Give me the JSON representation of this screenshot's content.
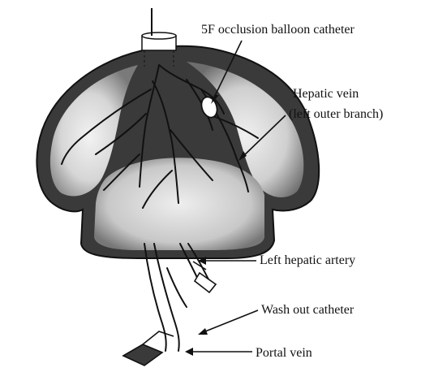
{
  "labels": {
    "balloon_catheter": "5F occlusion balloon catheter",
    "hepatic_vein_line1": "Hepatic vein",
    "hepatic_vein_line2": "(left outer branch)",
    "left_hepatic_artery": "Left hepatic artery",
    "wash_out_catheter": "Wash out catheter",
    "portal_vein": "Portal vein"
  },
  "colors": {
    "ink": "#111111",
    "liver_fill": "#3a3a3a",
    "liver_highlight": "#e6e6e6",
    "background": "#ffffff"
  }
}
